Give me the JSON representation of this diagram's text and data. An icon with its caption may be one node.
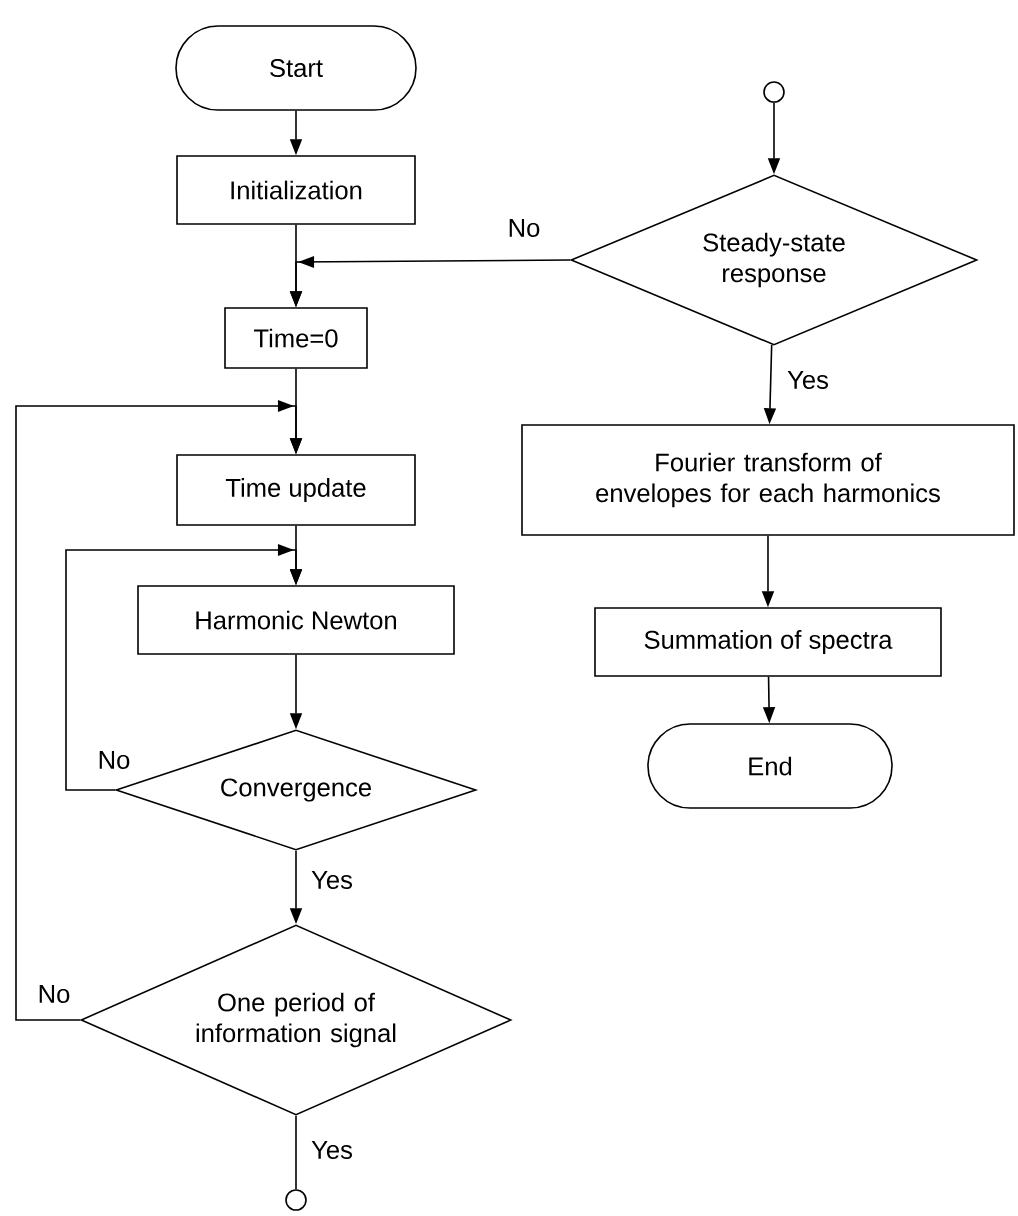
{
  "diagram": {
    "nodes": [
      {
        "text": [
          "Start"
        ]
      },
      {
        "text": [
          "Initialization"
        ]
      },
      {
        "text": [
          "Time=0"
        ]
      },
      {
        "text": [
          "Time update"
        ]
      },
      {
        "text": [
          "Harmonic Newton"
        ]
      },
      {
        "text": [
          "Convergence"
        ]
      },
      {
        "text": [
          "One period of information signal"
        ]
      },
      {
        "text": [],
        "shape": "circle"
      },
      {
        "text": [],
        "shape": "circle"
      },
      {
        "text": [
          "Steady-state response"
        ]
      },
      {
        "text": [
          "Fourier transform of envelopes for each harmonics"
        ]
      },
      {
        "text": [
          "Summation of spectra"
        ]
      },
      {
        "text": [
          "End"
        ]
      }
    ],
    "edges": [
      {
        "from": 0,
        "to": 1,
        "arrow": "to"
      },
      {
        "from": 1,
        "to": 2,
        "arrow": "to"
      },
      {
        "from": 2,
        "to": 3,
        "arrow": "to"
      },
      {
        "from": 3,
        "to": 4,
        "arrow": "to"
      },
      {
        "from": 4,
        "to": 5,
        "arrow": "to"
      },
      {
        "from": 5,
        "to": 6,
        "arrow": "to",
        "label": "Yes"
      },
      {
        "from": 5,
        "to": 4,
        "arrow": "to",
        "label": "No"
      },
      {
        "from": 6,
        "to": 3,
        "arrow": "to",
        "label": "No"
      },
      {
        "from": 6,
        "to": 7,
        "arrow": "none",
        "label": "Yes"
      },
      {
        "from": 8,
        "to": 9,
        "arrow": "to"
      },
      {
        "from": 9,
        "to": 2,
        "arrow": "to",
        "label": "No"
      },
      {
        "from": 9,
        "to": 10,
        "arrow": "to",
        "label": "Yes"
      },
      {
        "from": 10,
        "to": 11,
        "arrow": "to"
      },
      {
        "from": 11,
        "to": 12,
        "arrow": "to"
      }
    ]
  }
}
